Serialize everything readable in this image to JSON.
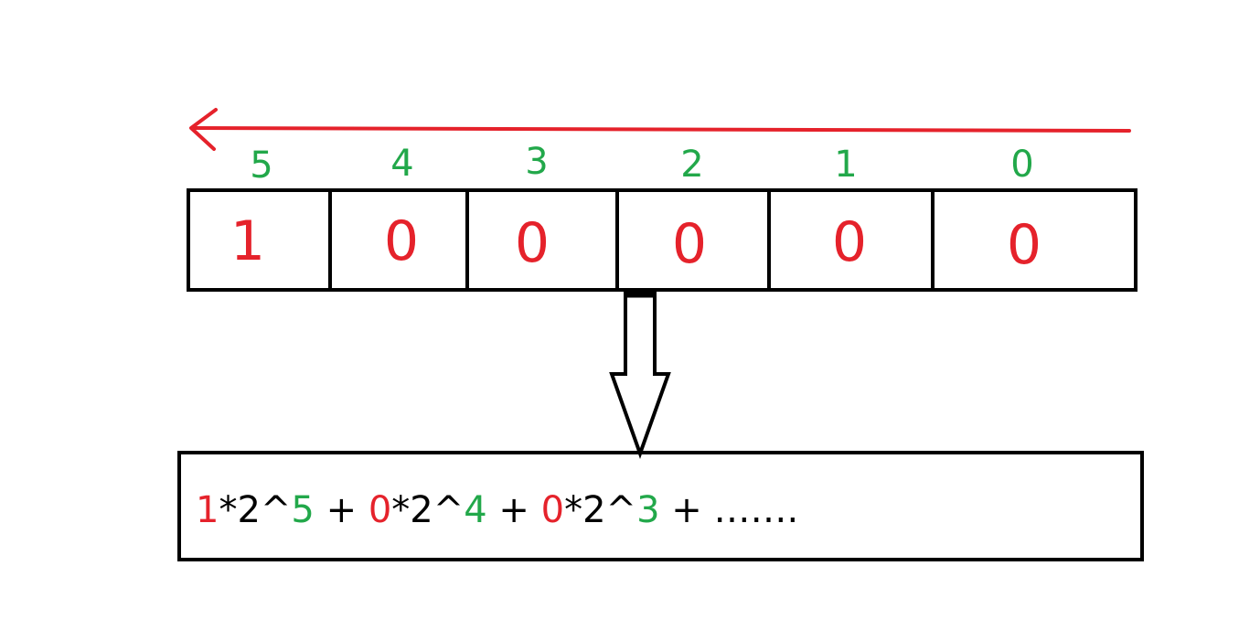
{
  "colors": {
    "accent_red": "#e5222b",
    "accent_green": "#22a84a",
    "stroke": "#000000",
    "text": "#000000"
  },
  "direction_arrow": {
    "icon": "left-arrow-icon"
  },
  "indices": [
    "5",
    "4",
    "3",
    "2",
    "1",
    "0"
  ],
  "bits": [
    "1",
    "0",
    "0",
    "0",
    "0",
    "0"
  ],
  "down_arrow": {
    "icon": "down-arrow-icon"
  },
  "formula": {
    "terms": [
      {
        "bit": "1",
        "base": "*2^",
        "exponent": "5",
        "join": " + "
      },
      {
        "bit": "0",
        "base": "*2^",
        "exponent": "4",
        "join": " + "
      },
      {
        "bit": "0",
        "base": "*2^",
        "exponent": "3",
        "join": " + "
      }
    ],
    "ellipsis": "……."
  }
}
